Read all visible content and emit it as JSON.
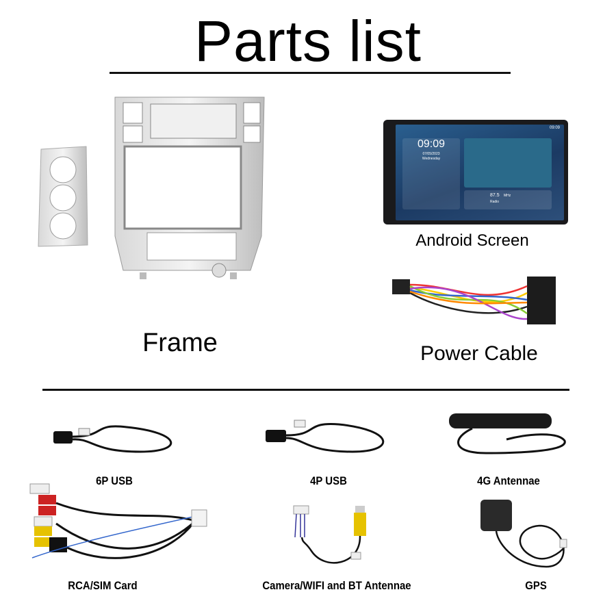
{
  "title": "Parts list",
  "parts": {
    "frame": "Frame",
    "android_screen": "Android Screen",
    "power_cable": "Power Cable",
    "usb6p": "6P USB",
    "usb4p": "4P USB",
    "antenna4g": "4G Antennae",
    "rca_sim": "RCA/SIM Card",
    "camera_wifi_bt": "Camera/WIFI and BT Antennae",
    "gps": "GPS"
  },
  "screen_display": {
    "clock": "09:09",
    "date": "07/05/2023",
    "day": "Wednesday",
    "status_time": "09:09",
    "radio_freq": "87.5",
    "radio_unit": "MHz",
    "radio_label": "Radio"
  }
}
